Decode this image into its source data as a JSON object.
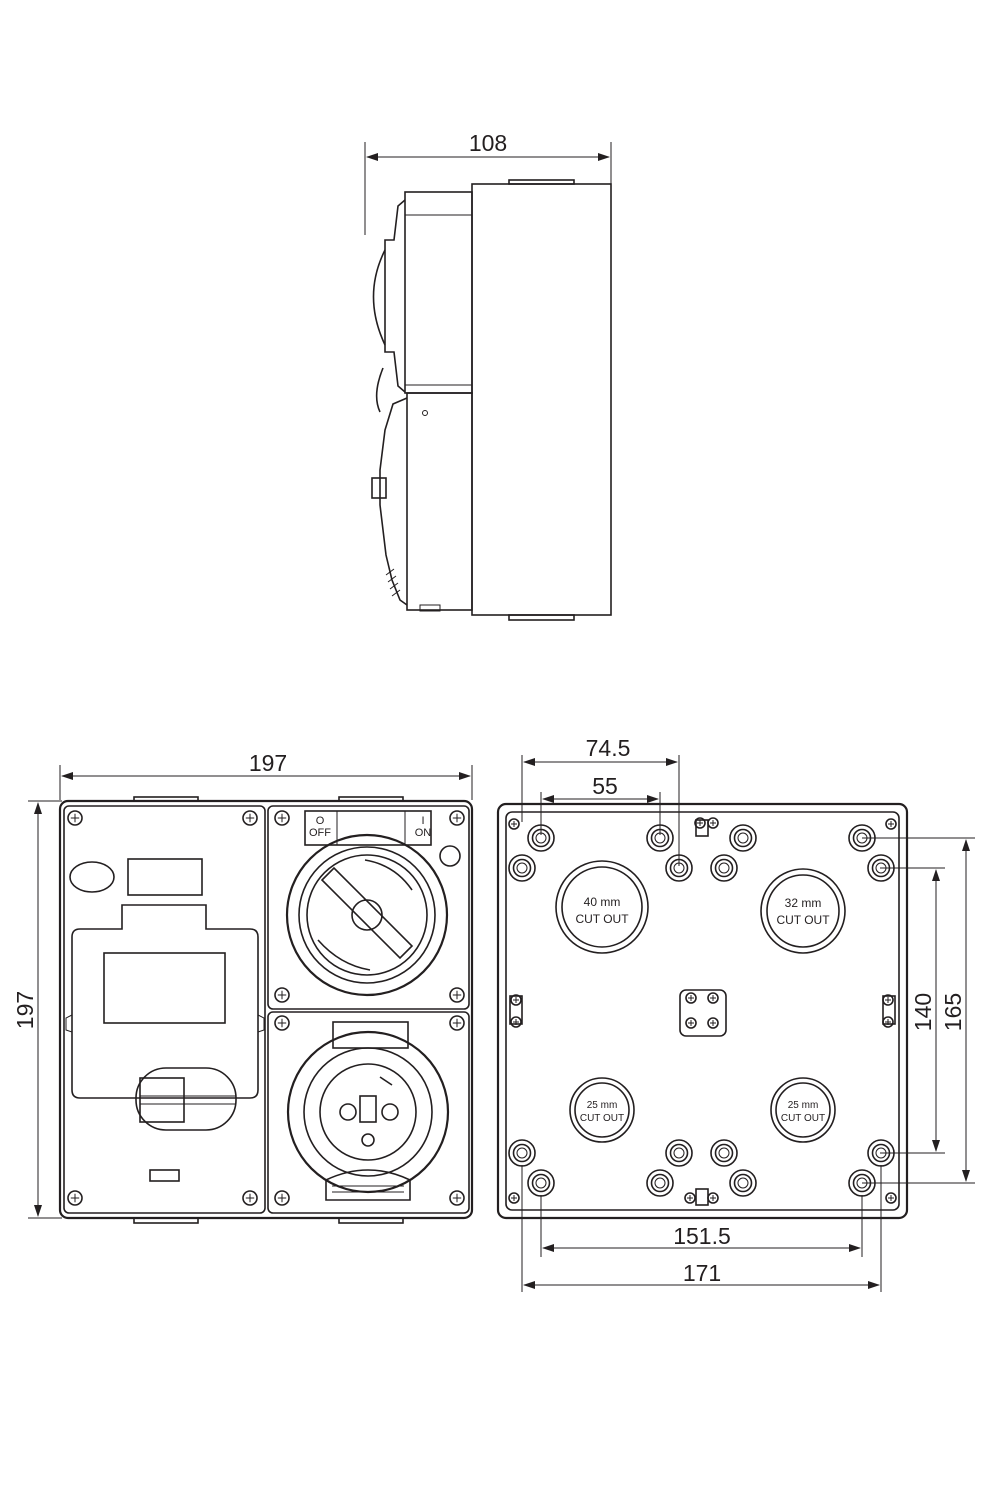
{
  "dimensions": {
    "side_width": "108",
    "front_width": "197",
    "front_height": "197",
    "back_outer_spacing": "74.5",
    "back_inner_spacing": "55",
    "back_height_inner": "140",
    "back_height_outer": "165",
    "back_width_inner": "151.5",
    "back_width_outer": "171"
  },
  "switch_labels": {
    "off_top": "O",
    "off_bottom": "OFF",
    "on_top": "I",
    "on_bottom": "ON"
  },
  "cutouts": {
    "top_left_size": "40 mm",
    "top_left_text": "CUT OUT",
    "top_right_size": "32 mm",
    "top_right_text": "CUT OUT",
    "bottom_left_size": "25 mm",
    "bottom_left_text": "CUT OUT",
    "bottom_right_size": "25 mm",
    "bottom_right_text": "CUT OUT"
  },
  "colors": {
    "line": "#231f20",
    "background": "#ffffff"
  }
}
